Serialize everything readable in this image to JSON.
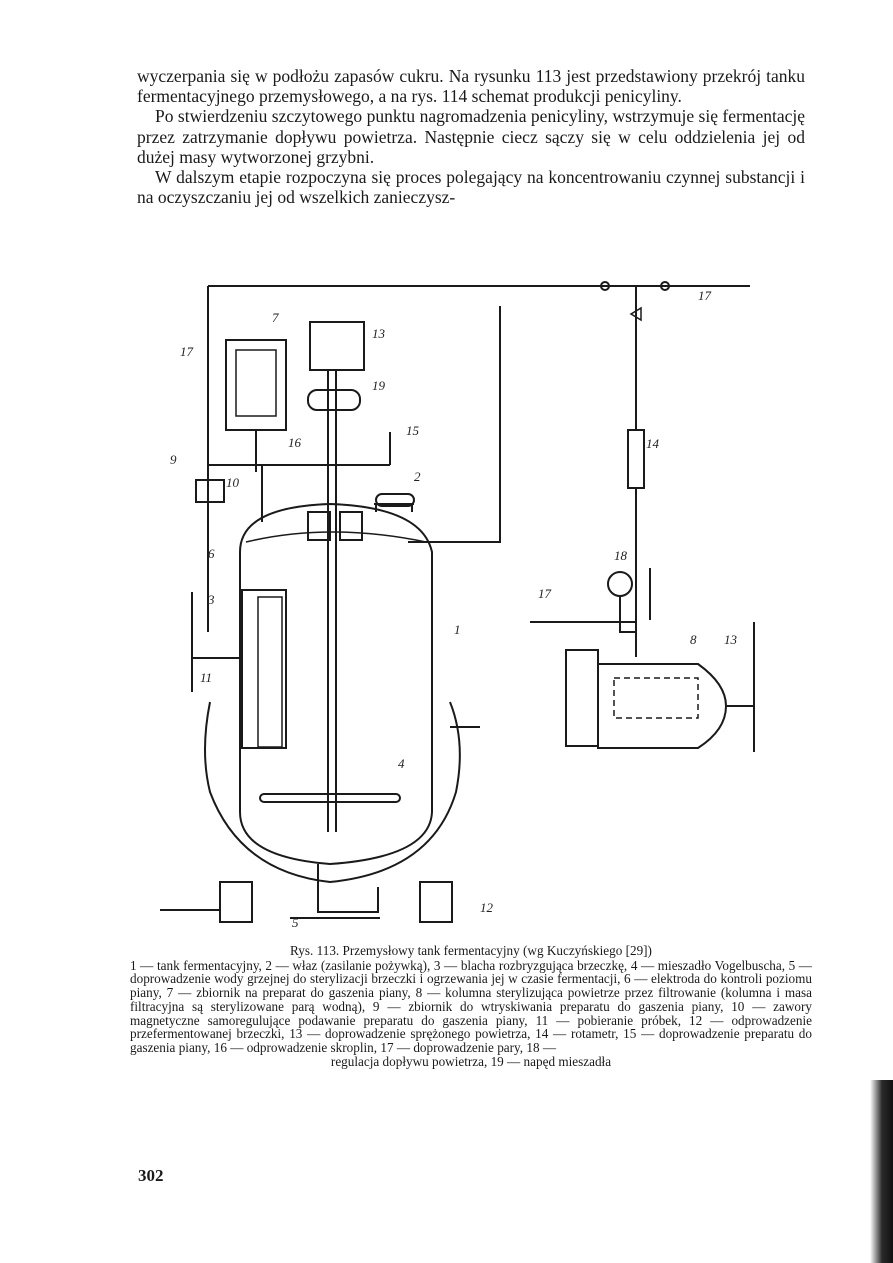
{
  "paragraphs": [
    "wyczerpania się w podłożu zapasów cukru. Na rysunku 113 jest przedstawiony przekrój tanku fermentacyjnego przemysłowego, a na rys. 114 schemat produkcji penicyliny.",
    "Po stwierdzeniu szczytowego punktu nagromadzenia penicyliny, wstrzymuje się fermentację przez zatrzymanie dopływu powietrza. Następnie ciecz sączy się w celu oddzielenia jej od dużej masy wytworzonej grzybni.",
    "W dalszym etapie rozpoczyna się proces polegający na koncentrowaniu czynnej substancji i na oczyszczaniu jej od wszelkich zanieczysz-"
  ],
  "figure": {
    "labels": [
      "1",
      "2",
      "3",
      "4",
      "5",
      "6",
      "7",
      "8",
      "9",
      "10",
      "11",
      "12",
      "13",
      "14",
      "15",
      "16",
      "17",
      "18",
      "19"
    ]
  },
  "caption": {
    "title": "Rys. 113. Przemysłowy tank fermentacyjny (wg Kuczyńskiego [29])",
    "body": "1 — tank fermentacyjny, 2 — właz (zasilanie pożywką), 3 — blacha rozbryzgująca brzeczkę, 4 — mieszadło Vogelbuscha, 5 — doprowadzenie wody grzejnej do sterylizacji brzeczki i ogrzewania jej w czasie fermentacji, 6 — elektroda do kontroli poziomu piany, 7 — zbiornik na preparat do gaszenia piany, 8 — kolumna sterylizująca powietrze przez filtrowanie (kolumna i masa filtracyjna są sterylizowane parą wodną), 9 — zbiornik do wtryskiwania preparatu do gaszenia piany, 10 — zawory magnetyczne samoregulujące podawanie preparatu do gaszenia piany, 11 — pobieranie próbek, 12 — odprowadzenie przefermentowanej brzeczki, 13 — doprowadzenie sprężonego powietrza, 14 — rotametr, 15 — doprowadzenie preparatu do gaszenia piany, 16 — odprowadzenie skroplin, 17 — doprowadzenie pary, 18 —",
    "last_line": "regulacja dopływu powietrza, 19 — napęd mieszadła"
  },
  "page_number": "302",
  "colors": {
    "ink": "#1a1a1a",
    "paper": "#ffffff"
  }
}
